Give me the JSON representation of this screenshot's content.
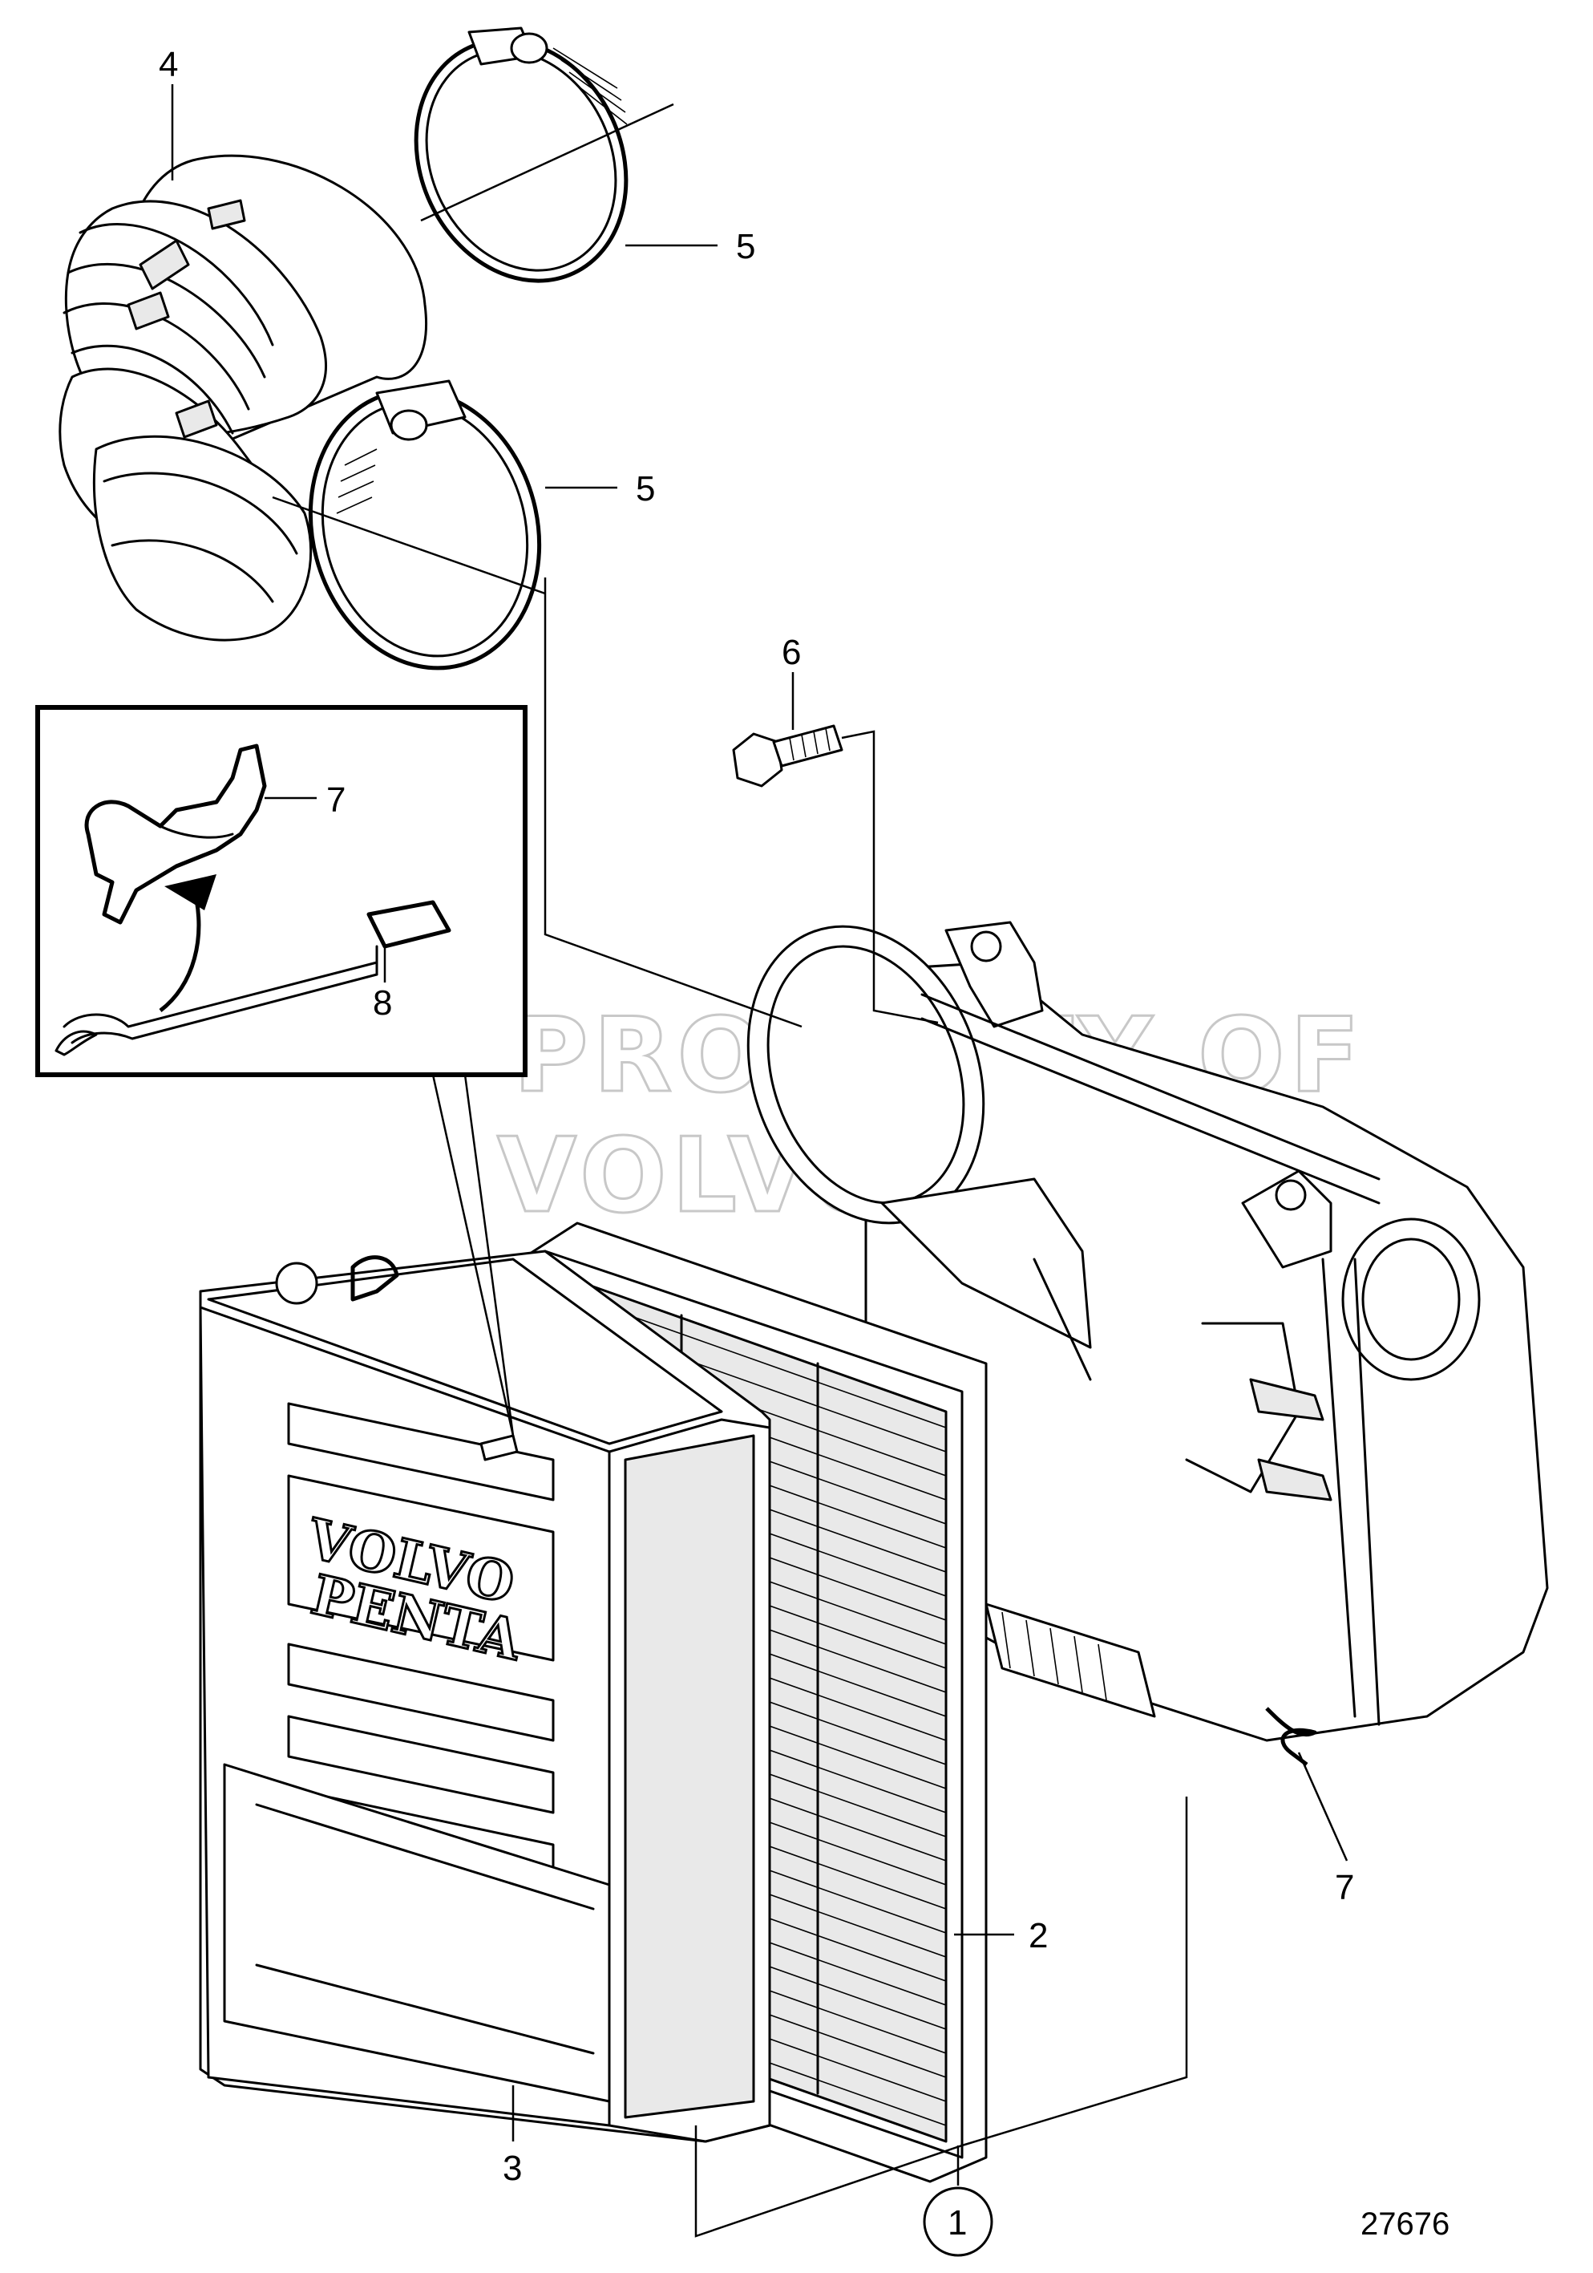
{
  "diagram": {
    "callouts": {
      "c1": "1",
      "c2": "2",
      "c3": "3",
      "c4": "4",
      "c5a": "5",
      "c5b": "5",
      "c6": "6",
      "c7a": "7",
      "c7b": "7",
      "c8": "8"
    },
    "figure_number": "27676",
    "watermark": [
      "PROPERTY OF",
      "VOLVO PENTA"
    ],
    "logo_text": [
      "VOLVO",
      "PENTA"
    ]
  }
}
